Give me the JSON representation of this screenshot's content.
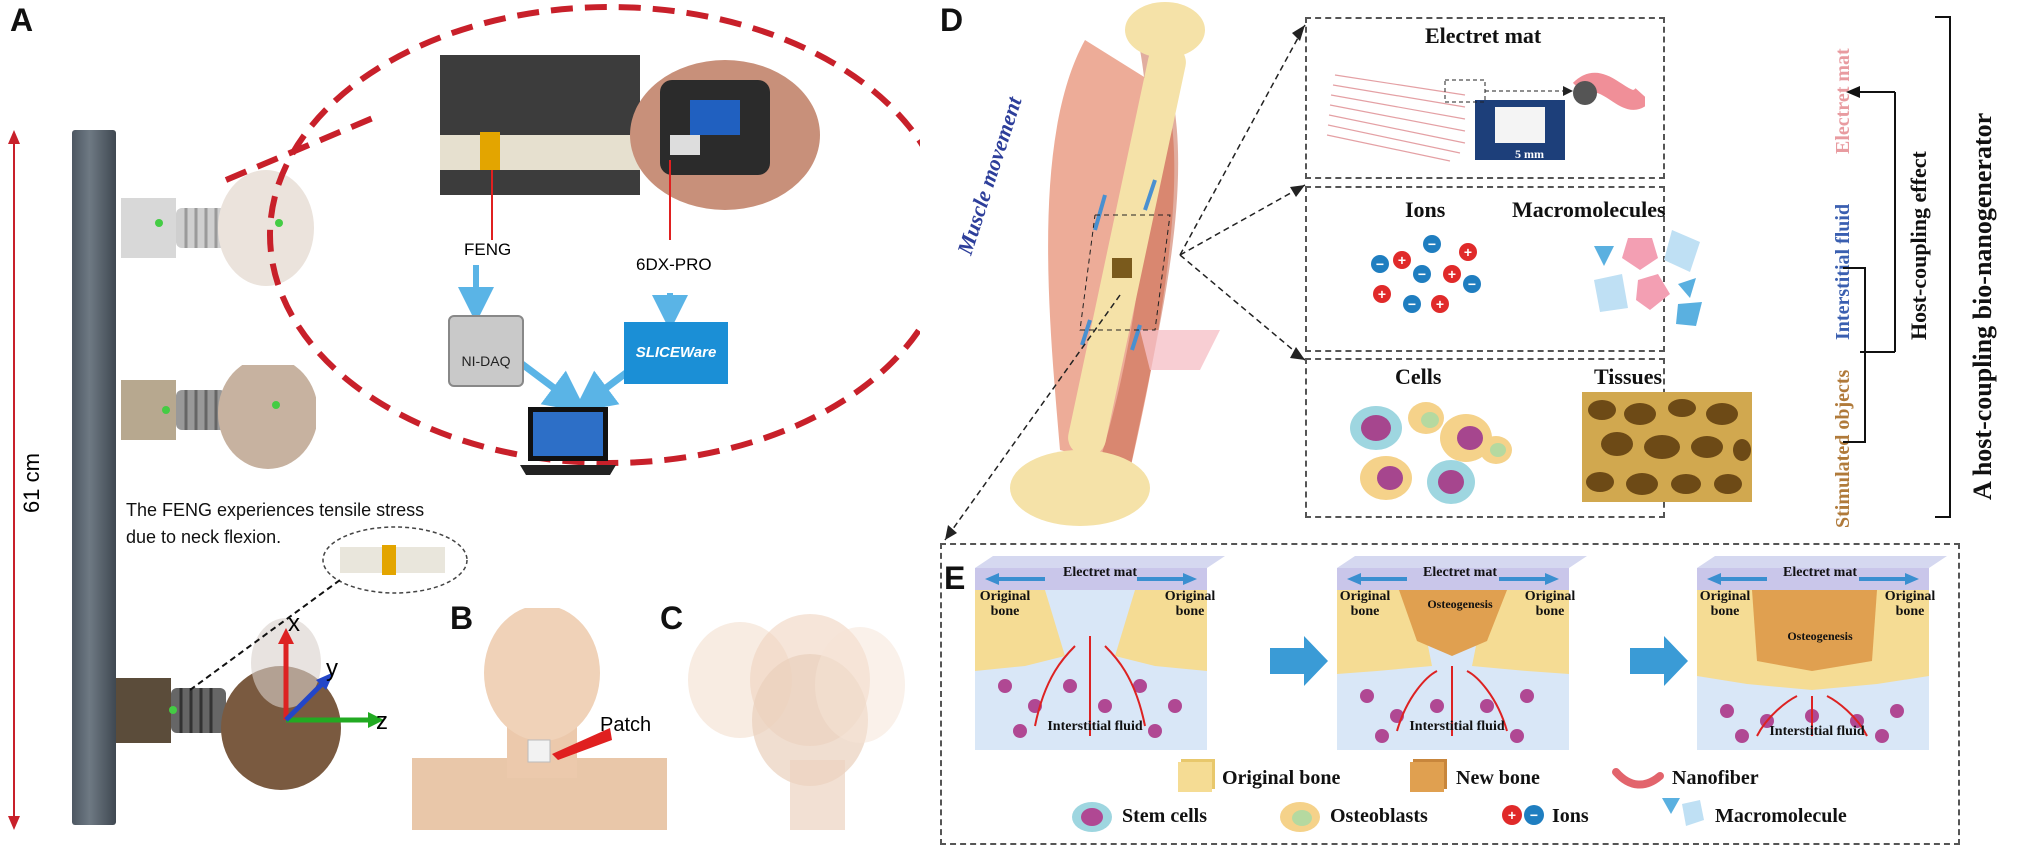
{
  "panels": {
    "a": "A",
    "b": "B",
    "c": "C",
    "d": "D",
    "e": "E"
  },
  "panel_a": {
    "height_label": "61 cm",
    "feng_label": "FENG",
    "sixdx_label": "6DX-PRO",
    "nidaq_label": "NI-DAQ",
    "sliceware_label": "SLICEWare",
    "caption_line1": "The FENG experiences tensile stress",
    "caption_line2": "due to neck flexion.",
    "axis_x": "x",
    "axis_y": "y",
    "axis_z": "z"
  },
  "panel_b": {
    "patch_label": "Patch"
  },
  "panel_d": {
    "muscle_movement": "Muscle movement",
    "electret_mat_title": "Electret mat",
    "scale_bar": "5 mm",
    "ions_title": "Ions",
    "macromolecules_title": "Macromolecules",
    "cells_title": "Cells",
    "tissues_title": "Tissues",
    "side_electret": "Electret mat",
    "side_interstitial": "Interstitial fluid",
    "side_stimulated": "Stimulated objects",
    "host_coupling_effect": "Host-coupling effect",
    "bio_nanogenerator": "A host-coupling bio-nanogenerator"
  },
  "panel_e": {
    "stage1": {
      "electret": "Electret mat",
      "left_bone": "Original bone",
      "right_bone": "Original bone",
      "fluid": "Interstitial fluid"
    },
    "stage2": {
      "electret": "Electret mat",
      "left_bone": "Original bone",
      "right_bone": "Original bone",
      "osteo": "Osteogenesis",
      "fluid": "Interstitial fluid"
    },
    "stage3": {
      "electret": "Electret mat",
      "left_bone": "Original bone",
      "right_bone": "Original bone",
      "osteo": "Osteogenesis",
      "fluid": "Interstitial fluid"
    },
    "legend": {
      "original_bone": "Original bone",
      "new_bone": "New bone",
      "nanofiber": "Nanofiber",
      "stem_cells": "Stem cells",
      "osteoblasts": "Osteoblasts",
      "ions": "Ions",
      "macromolecule": "Macromolecule"
    }
  },
  "colors": {
    "red_dashed": "#c8202a",
    "blue_arrow": "#3aa0d8",
    "electret_pink": "#e89ba0",
    "interstitial_blue": "#3a5fb0",
    "stimulated_brown": "#b07a3a",
    "orig_bone": "#f3d98a",
    "new_bone": "#e0a050"
  }
}
